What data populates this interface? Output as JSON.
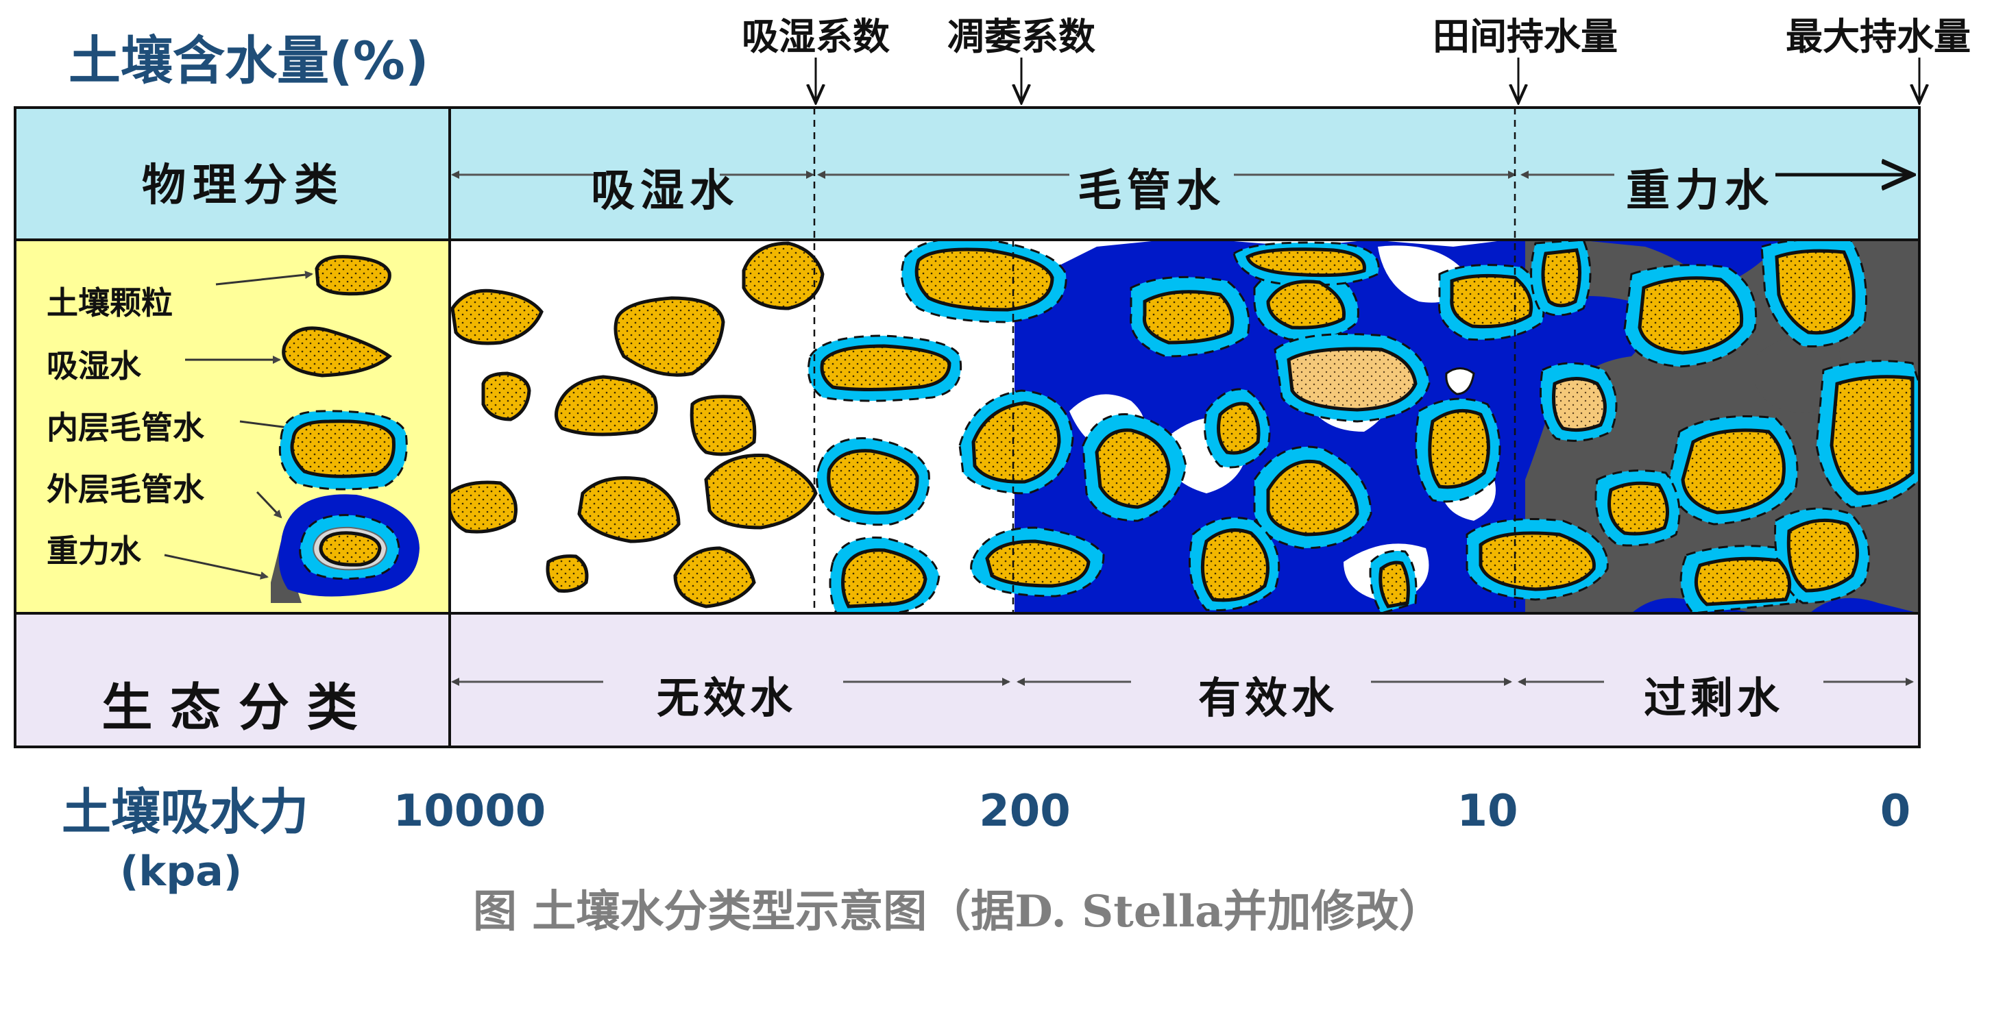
{
  "header": {
    "title": "土壤含水量(%)",
    "markers": [
      "吸湿系数",
      "凋萎系数",
      "田间持水量",
      "最大持水量"
    ]
  },
  "physical": {
    "row_label": "物理分类",
    "categories": [
      "吸湿水",
      "毛管水",
      "重力水"
    ]
  },
  "legend": {
    "items": [
      "土壤颗粒",
      "吸湿水",
      "内层毛管水",
      "外层毛管水",
      "重力水"
    ]
  },
  "ecological": {
    "row_label": "生 态 分 类",
    "categories": [
      "无效水",
      "有效水",
      "过剩水"
    ]
  },
  "suction": {
    "label": "土壤吸水力",
    "unit": "(kpa)",
    "values": [
      "10000",
      "200",
      "10",
      "0"
    ]
  },
  "caption": "图 土壤水分类型示意图（据D. Stella并加修改）",
  "colors": {
    "cyan_band": "#b9e9f2",
    "yellow_panel": "#ffff99",
    "lavender_band": "#ede7f6",
    "grain": "#f2b700",
    "grain_light": "#f5c97a",
    "inner_capillary": "#00bff3",
    "outer_capillary": "#0019c8",
    "gravity": "#555555"
  }
}
